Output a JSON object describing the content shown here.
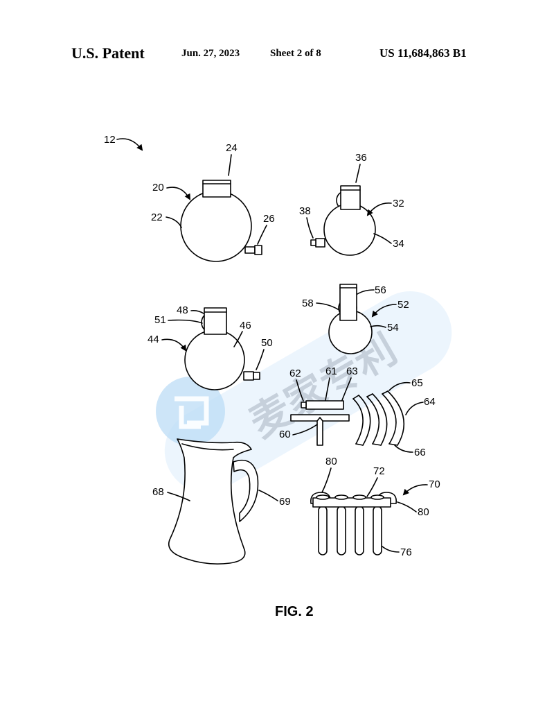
{
  "header": {
    "label": "U.S. Patent",
    "date": "Jun. 27, 2023",
    "sheet": "Sheet 2 of 8",
    "number": "US 11,684,863 B1"
  },
  "figure": {
    "caption": "FIG. 2",
    "refs": {
      "r12": "12",
      "r20": "20",
      "r22": "22",
      "r24": "24",
      "r26": "26",
      "r32": "32",
      "r34": "34",
      "r36": "36",
      "r38": "38",
      "r44": "44",
      "r46": "46",
      "r48": "48",
      "r50": "50",
      "r51": "51",
      "r52": "52",
      "r54": "54",
      "r56": "56",
      "r58": "58",
      "r60": "60",
      "r61": "61",
      "r62": "62",
      "r63": "63",
      "r64": "64",
      "r65": "65",
      "r66": "66",
      "r68": "68",
      "r69": "69",
      "r70": "70",
      "r72": "72",
      "r76": "76",
      "r80a": "80",
      "r80b": "80"
    }
  },
  "watermark": {
    "text": "麦家专利",
    "color": "#b9d9f5"
  }
}
